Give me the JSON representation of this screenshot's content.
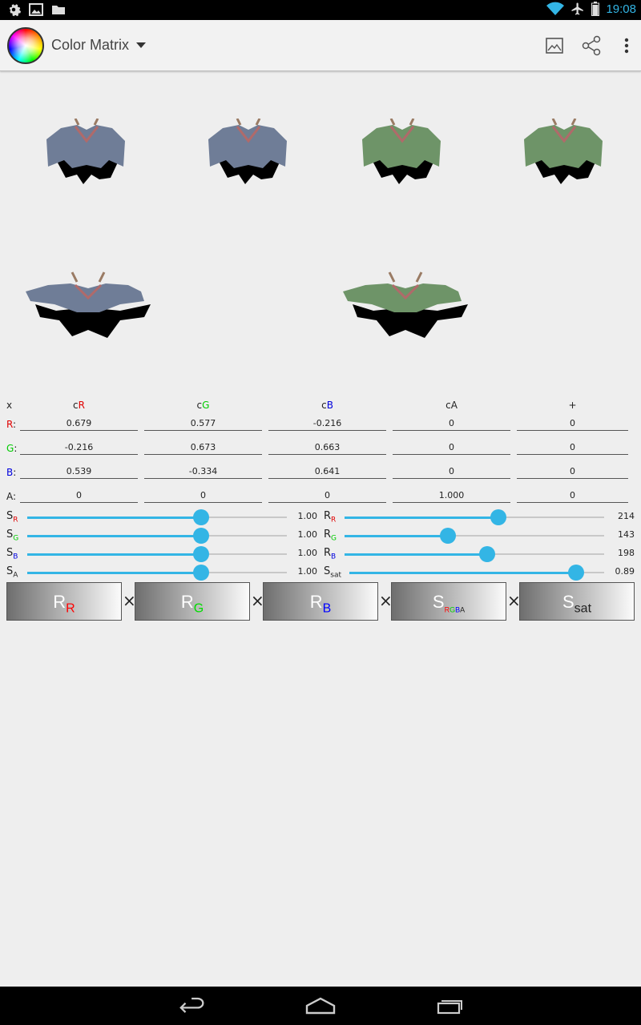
{
  "status_bar": {
    "time": "19:08"
  },
  "action_bar": {
    "title": "Color Matrix"
  },
  "matrix": {
    "corner": "x",
    "columns": [
      {
        "prefix": "c",
        "suffix": "R",
        "color": "#e00000"
      },
      {
        "prefix": "c",
        "suffix": "G",
        "color": "#00cc00"
      },
      {
        "prefix": "c",
        "suffix": "B",
        "color": "#0000dd"
      },
      {
        "prefix": "c",
        "suffix": "A",
        "color": "#222222"
      },
      {
        "prefix": "+",
        "suffix": "",
        "color": "#222222"
      }
    ],
    "rows": [
      {
        "letter": "R",
        "color": "#e00000",
        "values": [
          "0.679",
          "0.577",
          "-0.216",
          "0",
          "0"
        ]
      },
      {
        "letter": "G",
        "color": "#00cc00",
        "values": [
          "-0.216",
          "0.673",
          "0.663",
          "0",
          "0"
        ]
      },
      {
        "letter": "B",
        "color": "#0000dd",
        "values": [
          "0.539",
          "-0.334",
          "0.641",
          "0",
          "0"
        ]
      },
      {
        "letter": "A",
        "color": "#222222",
        "values": [
          "0",
          "0",
          "0",
          "1.000",
          "0"
        ]
      }
    ]
  },
  "sliders_left": [
    {
      "base": "S",
      "sub": "R",
      "sub_color": "#e00000",
      "value": "1.00",
      "fraction": 0.67
    },
    {
      "base": "S",
      "sub": "G",
      "sub_color": "#00cc00",
      "value": "1.00",
      "fraction": 0.67
    },
    {
      "base": "S",
      "sub": "B",
      "sub_color": "#0000dd",
      "value": "1.00",
      "fraction": 0.67
    },
    {
      "base": "S",
      "sub": "A",
      "sub_color": "#222222",
      "value": "1.00",
      "fraction": 0.67
    }
  ],
  "sliders_right": [
    {
      "base": "R",
      "sub": "R",
      "sub_color": "#e00000",
      "value": "214",
      "fraction": 0.594
    },
    {
      "base": "R",
      "sub": "G",
      "sub_color": "#00cc00",
      "value": "143",
      "fraction": 0.397
    },
    {
      "base": "R",
      "sub": "B",
      "sub_color": "#0000dd",
      "value": "198",
      "fraction": 0.55
    },
    {
      "base": "S",
      "sub": "sat",
      "sub_color": "#222222",
      "value": "0.89",
      "fraction": 0.89
    }
  ],
  "gradient_boxes": [
    {
      "base": "R",
      "sub": "R",
      "sub_color": "#ff0000"
    },
    {
      "base": "R",
      "sub": "G",
      "sub_color": "#00dd00"
    },
    {
      "base": "R",
      "sub": "B",
      "sub_color": "#0000ff"
    },
    {
      "base": "S",
      "sub_parts": [
        {
          "text": "R",
          "color": "#ff0000"
        },
        {
          "text": "G",
          "color": "#00cc00"
        },
        {
          "text": "B",
          "color": "#0000ff"
        },
        {
          "text": "A",
          "color": "#222222"
        }
      ]
    },
    {
      "base": "S",
      "sub": "sat",
      "sub_color": "#222222"
    }
  ],
  "times_symbol": "×",
  "icons": [
    "settings-icon",
    "gallery-icon",
    "folder-icon",
    "wifi-icon",
    "airplane-icon",
    "battery-icon",
    "color-wheel-icon",
    "dropdown-caret-icon",
    "image-icon",
    "share-icon",
    "overflow-menu-icon",
    "back-icon",
    "home-icon",
    "recents-icon"
  ]
}
